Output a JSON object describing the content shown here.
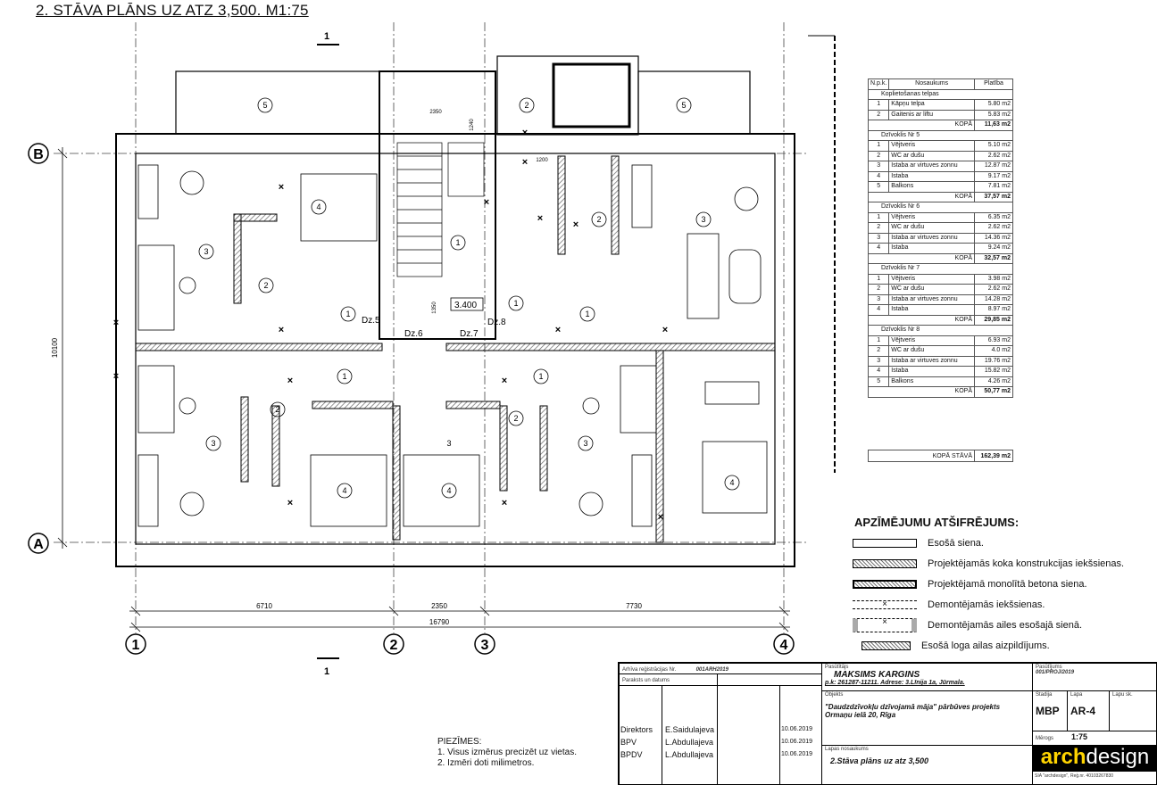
{
  "title": "2. STĀVA PLĀNS UZ ATZ 3,500. M1:75",
  "plan": {
    "section_mark": "1",
    "axes_rows": [
      "B",
      "A"
    ],
    "axes_cols": [
      "1",
      "2",
      "3",
      "4"
    ],
    "dims_bottom": [
      "6710",
      "2350",
      "7730"
    ],
    "dim_total": "16790",
    "dim_height": "10100",
    "dim_small": [
      "2350",
      "1240",
      "1200",
      "1350"
    ],
    "level": "3.400",
    "doors": [
      "Dz.5",
      "Dz.6",
      "Dz.7",
      "Dz.8"
    ],
    "rooms_top": [
      "5",
      "2",
      "5",
      "4",
      "1",
      "3",
      "2",
      "2",
      "3",
      "1",
      "1",
      "1"
    ],
    "rooms_bottom": [
      "1",
      "1",
      "2",
      "2",
      "3",
      "3",
      "3",
      "4",
      "4",
      "4"
    ]
  },
  "table": {
    "headers": [
      "N.p.k.",
      "Nosaukums",
      "Platība"
    ],
    "groups": [
      {
        "title": "Koplietošanas telpas",
        "rows": [
          [
            "1",
            "Kāpņu telpa",
            "5.80 m2"
          ],
          [
            "2",
            "Gaitenis ar liftu",
            "5.83 m2"
          ]
        ],
        "total": "11,63 m2"
      },
      {
        "title": "Dzīvoklis Nr 5",
        "rows": [
          [
            "1",
            "Vējtveris",
            "5.10 m2"
          ],
          [
            "2",
            "WC ar dušu",
            "2.62 m2"
          ],
          [
            "3",
            "Istaba ar virtuves zonnu",
            "12.87 m2"
          ],
          [
            "4",
            "Istaba",
            "9.17 m2"
          ],
          [
            "5",
            "Balkons",
            "7.81 m2"
          ]
        ],
        "total": "37,57 m2"
      },
      {
        "title": "Dzīvoklis Nr 6",
        "rows": [
          [
            "1",
            "Vējtveris",
            "6.35 m2"
          ],
          [
            "2",
            "WC ar dušu",
            "2.62 m2"
          ],
          [
            "3",
            "Istaba ar virtuves zonnu",
            "14.36 m2"
          ],
          [
            "4",
            "Istaba",
            "9.24 m2"
          ]
        ],
        "total": "32,57 m2"
      },
      {
        "title": "Dzīvoklis Nr 7",
        "rows": [
          [
            "1",
            "Vējtveris",
            "3.98 m2"
          ],
          [
            "2",
            "WC ar dušu",
            "2.62 m2"
          ],
          [
            "3",
            "Istaba ar virtuves zonnu",
            "14.28 m2"
          ],
          [
            "4",
            "Istaba",
            "8.97 m2"
          ]
        ],
        "total": "29,85 m2"
      },
      {
        "title": "Dzīvoklis Nr 8",
        "rows": [
          [
            "1",
            "Vējtveris",
            "6.93 m2"
          ],
          [
            "2",
            "WC ar dušu",
            "4.0 m2"
          ],
          [
            "3",
            "Istaba ar virtuves zonnu",
            "19.76 m2"
          ],
          [
            "4",
            "Istaba",
            "15.82 m2"
          ],
          [
            "5",
            "Balkons",
            "4.26 m2"
          ]
        ],
        "total": "50,77 m2"
      }
    ],
    "total_label": "KOPĀ",
    "floor_total_label": "KOPĀ STĀVĀ",
    "floor_total": "162,39 m2"
  },
  "legend": {
    "title": "APZĪMĒJUMU ATŠIFRĒJUMS:",
    "items": [
      "Esošā siena.",
      "Projektējamās koka konstrukcijas iekšsienas.",
      "Projektējamā monolītā betona siena.",
      "Demontējamās iekšsienas.",
      "Demontējamās ailes esošajā sienā.",
      "Esošā loga ailas aizpildījums."
    ]
  },
  "notes": {
    "title": "PIEZĪMES:",
    "items": [
      "1. Visus izmērus precizēt uz vietas.",
      "2. Izmēri doti milimetros."
    ]
  },
  "titleblock": {
    "archive_label": "Arhīva reģistrācijas Nr.",
    "archive_no": "001ARH2019",
    "sign_label": "Paraksts un datums",
    "staff": [
      [
        "Direktors",
        "E.Saidulajeva",
        "10.06.2019"
      ],
      [
        "BPV",
        "L.Abdullajeva",
        "10.06.2019"
      ],
      [
        "BPDV",
        "L.Abdullajeva",
        "10.06.2019"
      ]
    ],
    "client_label": "Pasūtītājs",
    "client": "MAKSIMS KARGINS",
    "client_info": "p.k: 261287-11211. Adrese: 3.Līnija 1a, Jūrmala.",
    "object_label": "Objekts",
    "object": "\"Daudzdzīvokļu dzīvojamā māja\" pārbūves projekts",
    "object_addr": "Ormaņu ielā 20, Rīga",
    "sheet_name_label": "Lapas nosaukums",
    "sheet_name": "2.Stāva plāns uz atz 3,500",
    "order_label": "Pasūtījums",
    "order": "001/PROJ/2019",
    "stage_label": "Stadija",
    "stage": "MBP",
    "sheet_label": "Lapa",
    "sheet": "AR-4",
    "sheets_label": "Lapu sk.",
    "scale_label": "Mērogs",
    "scale": "1:75",
    "logo_a": "arch",
    "logo_b": "design",
    "company": "SIA \"archdesign\", Reģ.nr. 40103267830"
  },
  "colors": {
    "line": "#111111",
    "hatch": "#777777"
  }
}
